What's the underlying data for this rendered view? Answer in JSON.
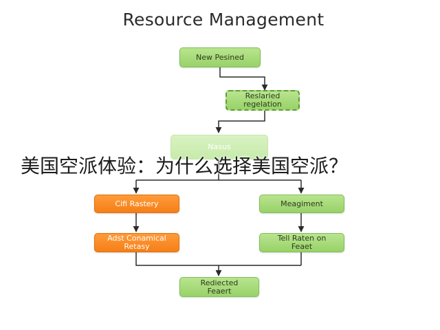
{
  "title": "Resource Management",
  "overlay_text": "美国空派体验：为什么选择美国空派？",
  "nodes": {
    "new_pesined": "New Pesined",
    "reslaried": "Reslaried\nregelation",
    "nasus": "Nasus",
    "cifi_rastery": "Cifi Rastery",
    "meagiment": "Meagiment",
    "adst": "Adst Conamical\nRetasy",
    "tell_raten": "Tell Raten on\nFeaet",
    "rediected": "Rediected\nFeaert"
  },
  "colors": {
    "green": "#a6da79",
    "orange": "#f7891f",
    "line": "#2a2a2a"
  }
}
